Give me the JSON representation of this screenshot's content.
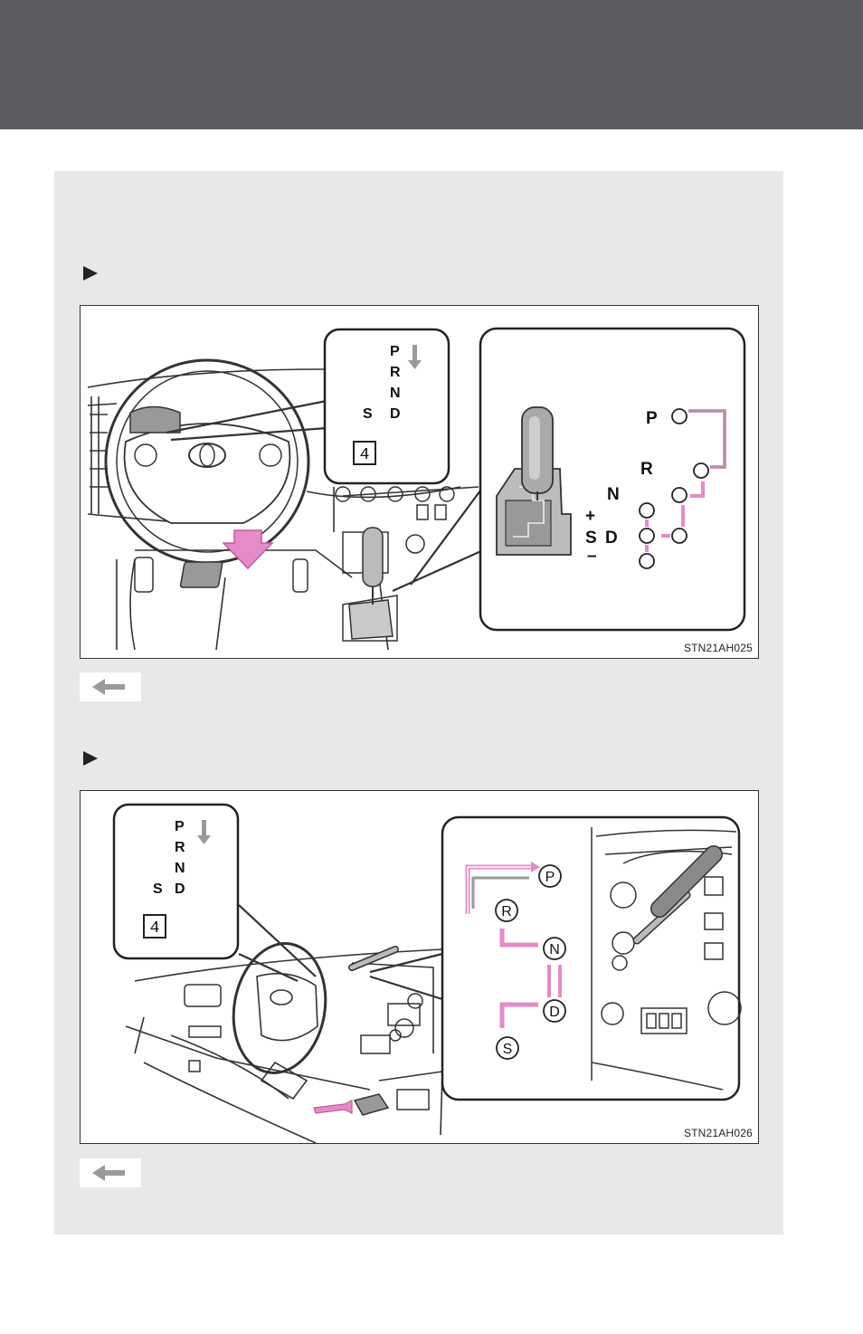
{
  "colors": {
    "header": "#5c5d60",
    "panel": "#e8e8e8",
    "accent_pink": "#e58bc8",
    "arrow_gray": "#9a9a9a"
  },
  "figure1": {
    "code": "STN21AH025",
    "indicator": {
      "p": "P",
      "r": "R",
      "n": "N",
      "s": "S",
      "d": "D",
      "gear": "4"
    },
    "gate": {
      "p": "P",
      "r": "R",
      "n": "N",
      "plus": "+",
      "s": "S",
      "d": "D",
      "minus": "–"
    }
  },
  "figure2": {
    "code": "STN21AH026",
    "indicator": {
      "p": "P",
      "r": "R",
      "n": "N",
      "s": "S",
      "d": "D",
      "gear": "4"
    },
    "positions": {
      "p": "P",
      "r": "R",
      "n": "N",
      "d": "D",
      "s": "S"
    }
  },
  "icons": {
    "bullet": "triangle-bullet-icon",
    "back": "left-arrow-icon"
  }
}
